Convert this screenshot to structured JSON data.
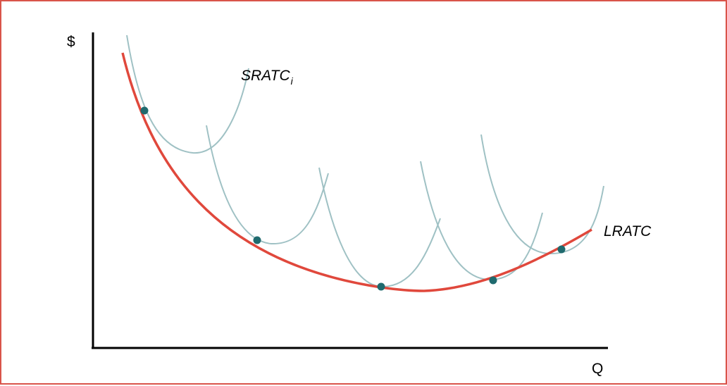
{
  "axes": {
    "y_label": "$",
    "x_label": "Q"
  },
  "labels": {
    "sratc_main": "SRATC",
    "sratc_sub": "i",
    "lratc": "LRATC"
  },
  "colors": {
    "frame_border": "#d9544a",
    "axis": "#000000",
    "lratc_curve": "#e0483c",
    "sratc_curves": "#9fc1c4",
    "tangent_points": "#1f6a6e"
  },
  "curves": {
    "lratc": {
      "name": "LRATC",
      "kind": "long-run average total cost"
    },
    "sratc_count": 5,
    "tangent_point_count": 5
  }
}
